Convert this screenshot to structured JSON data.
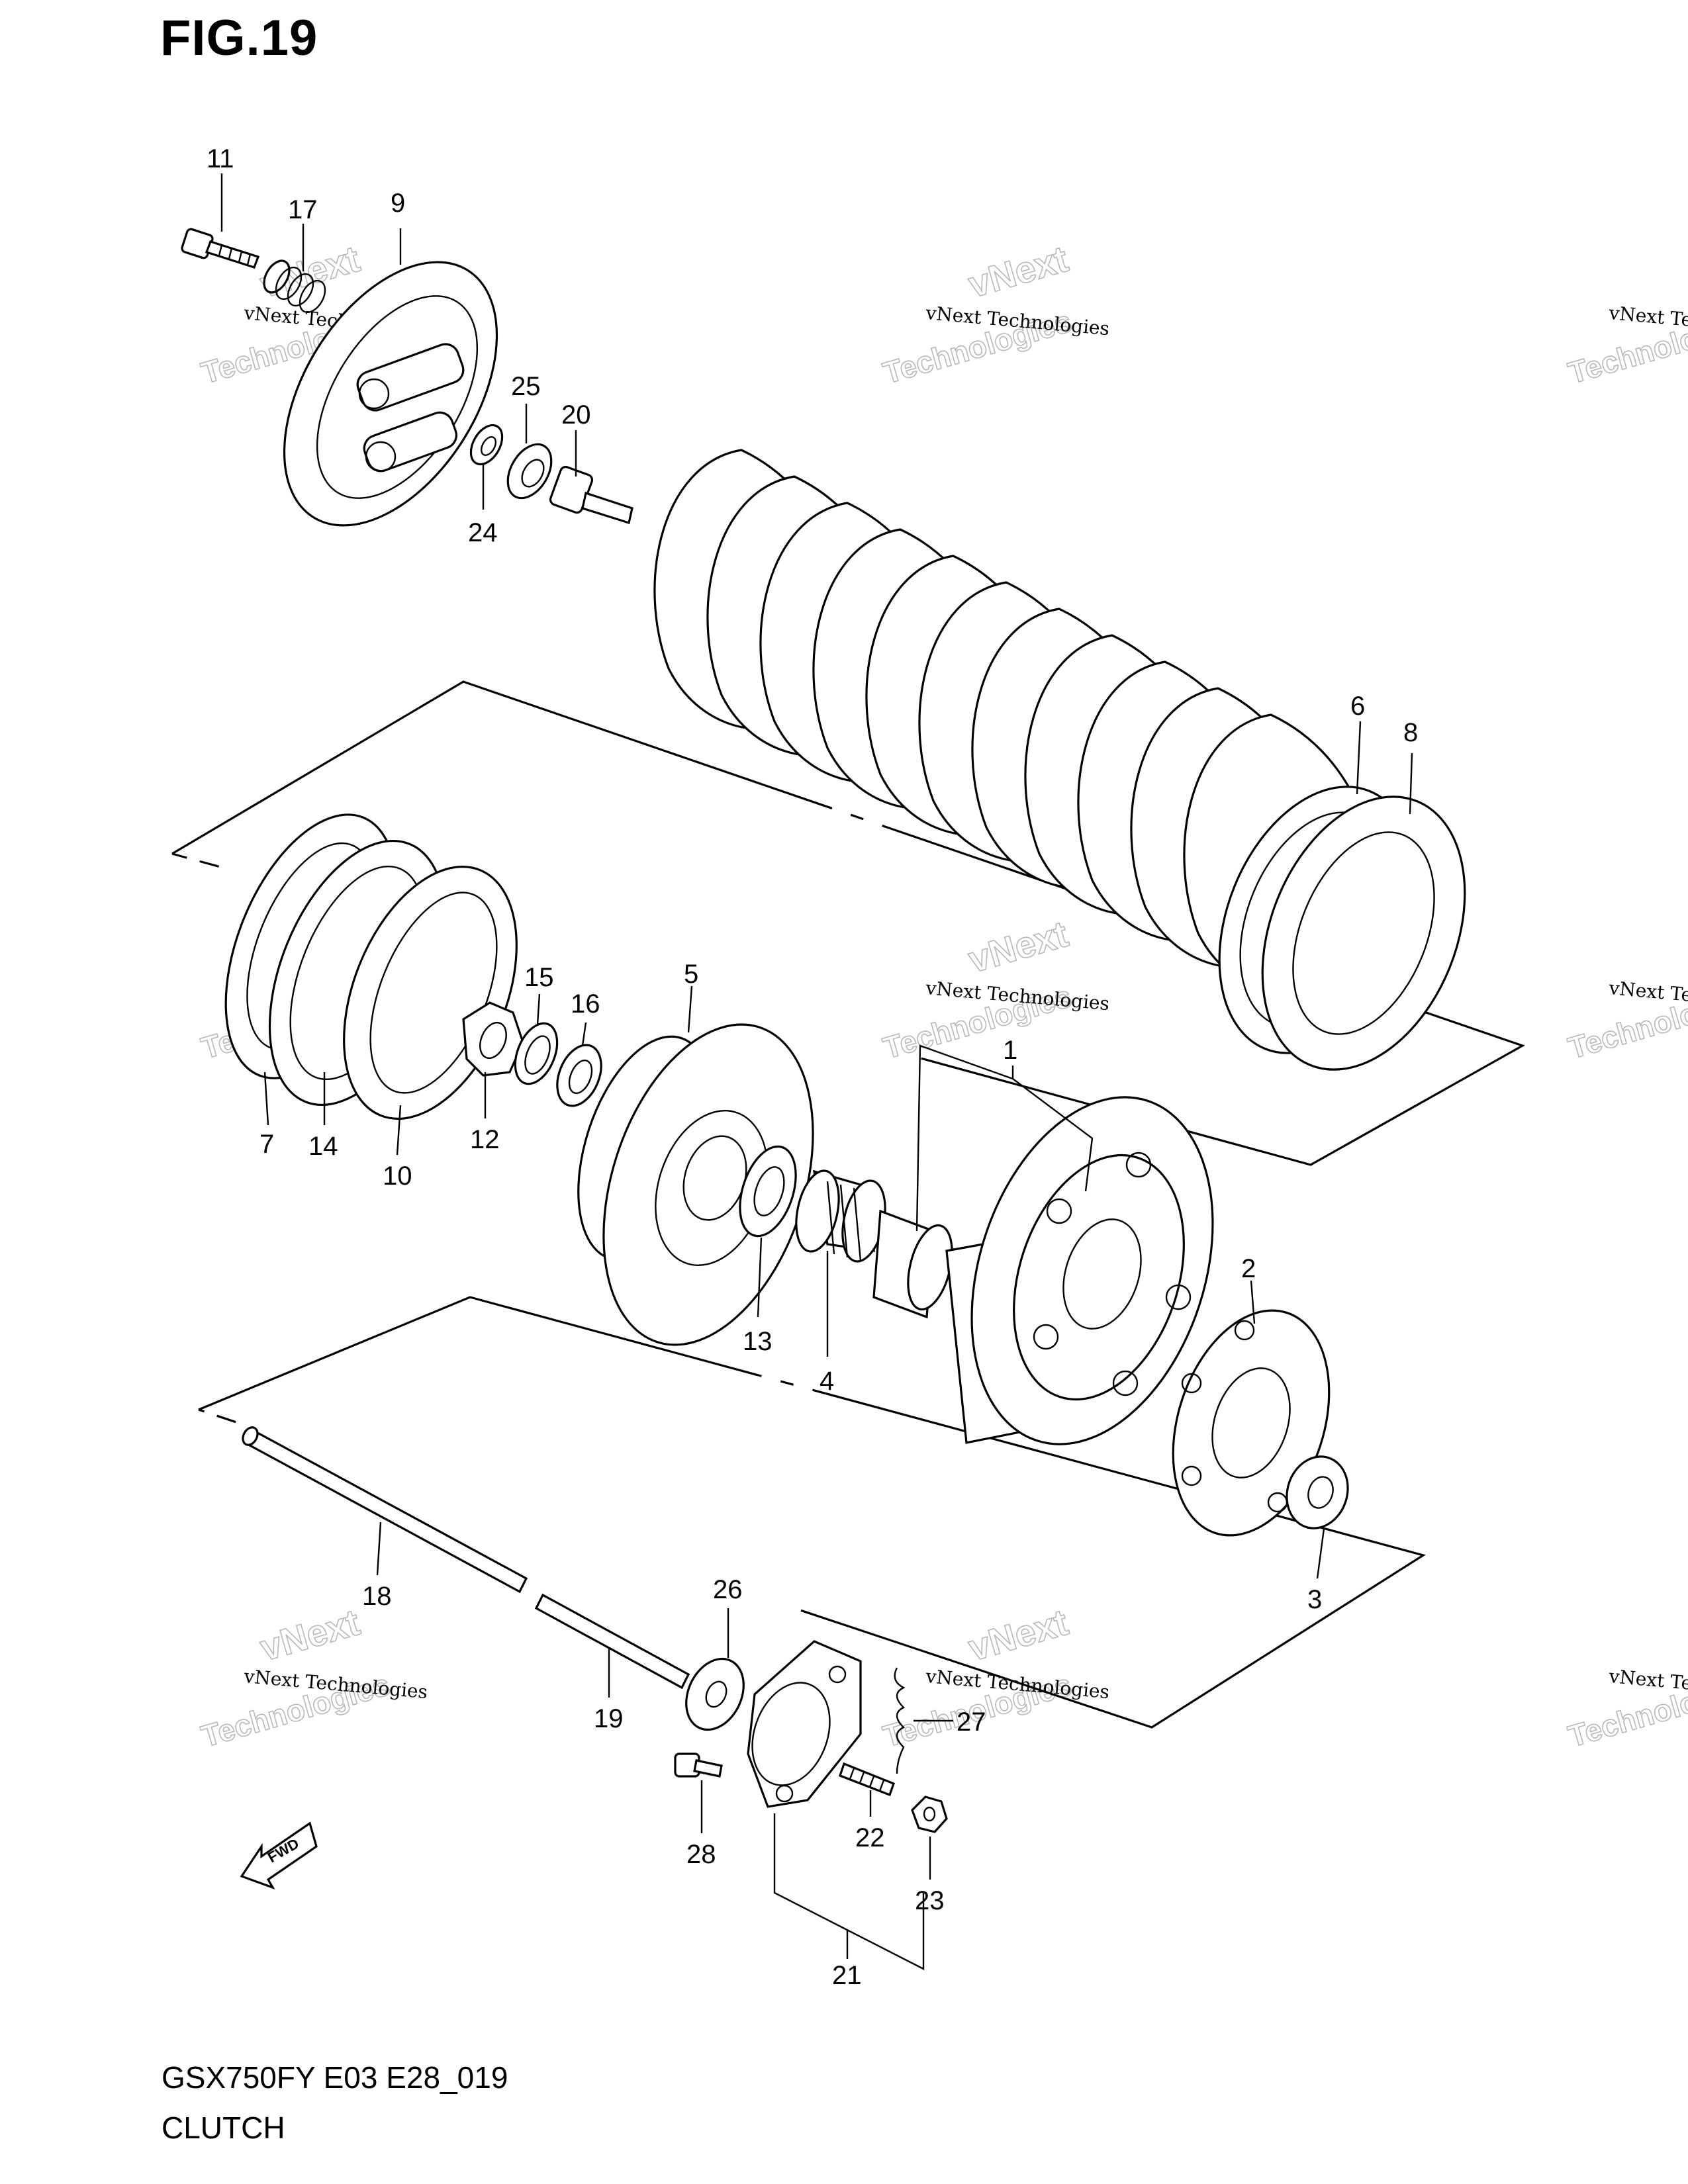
{
  "figure": {
    "title": "FIG.19",
    "model_code": "GSX750FY E03 E28_019",
    "assembly_name": "CLUTCH"
  },
  "fwd_label": "FWD",
  "watermark": {
    "line1": "vNext Technologies",
    "line2": "vNext",
    "line3": "Technologies"
  },
  "callouts": [
    {
      "id": "1",
      "label": "1"
    },
    {
      "id": "2",
      "label": "2"
    },
    {
      "id": "3",
      "label": "3"
    },
    {
      "id": "4",
      "label": "4"
    },
    {
      "id": "5",
      "label": "5"
    },
    {
      "id": "6",
      "label": "6"
    },
    {
      "id": "7",
      "label": "7"
    },
    {
      "id": "8",
      "label": "8"
    },
    {
      "id": "9",
      "label": "9"
    },
    {
      "id": "10",
      "label": "10"
    },
    {
      "id": "11",
      "label": "11"
    },
    {
      "id": "12",
      "label": "12"
    },
    {
      "id": "13",
      "label": "13"
    },
    {
      "id": "14",
      "label": "14"
    },
    {
      "id": "15",
      "label": "15"
    },
    {
      "id": "16",
      "label": "16"
    },
    {
      "id": "17",
      "label": "17"
    },
    {
      "id": "18",
      "label": "18"
    },
    {
      "id": "19",
      "label": "19"
    },
    {
      "id": "20",
      "label": "20"
    },
    {
      "id": "21",
      "label": "21"
    },
    {
      "id": "22",
      "label": "22"
    },
    {
      "id": "23",
      "label": "23"
    },
    {
      "id": "24",
      "label": "24"
    },
    {
      "id": "25",
      "label": "25"
    },
    {
      "id": "26",
      "label": "26"
    },
    {
      "id": "27",
      "label": "27"
    },
    {
      "id": "28",
      "label": "28"
    }
  ]
}
